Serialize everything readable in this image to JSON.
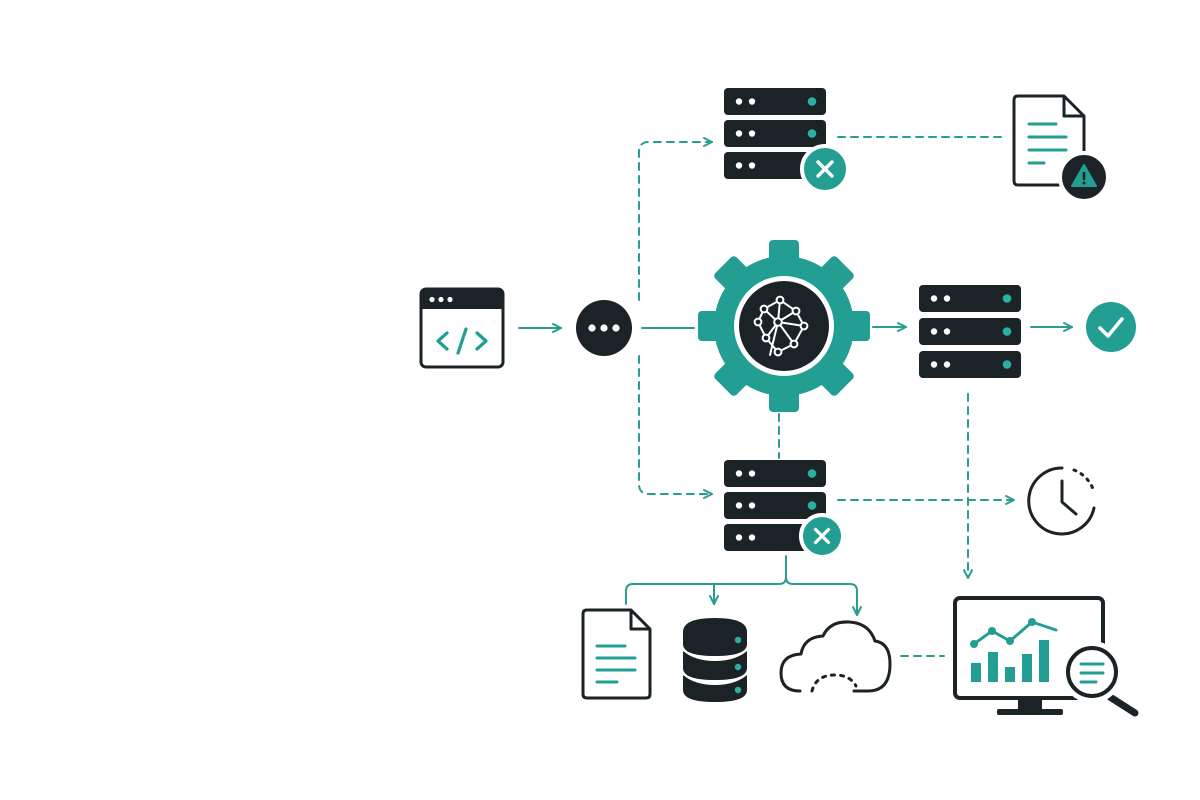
{
  "colors": {
    "dark": "#1c2326",
    "teal": "#229e93",
    "line": "#2a9d93",
    "background": "#ffffff"
  },
  "nodes": [
    {
      "id": "code-window",
      "icon": "code-window-icon"
    },
    {
      "id": "ellipsis",
      "icon": "more-horizontal-icon"
    },
    {
      "id": "ai-engine",
      "icon": "gear-neural-network-icon"
    },
    {
      "id": "server-top",
      "icon": "server-rack-icon",
      "status": "failed"
    },
    {
      "id": "server-middle",
      "icon": "server-rack-icon",
      "status": "healthy"
    },
    {
      "id": "server-bottom",
      "icon": "server-rack-icon",
      "status": "failed"
    },
    {
      "id": "error-document",
      "icon": "document-warning-icon"
    },
    {
      "id": "success",
      "icon": "check-circle-icon"
    },
    {
      "id": "pending",
      "icon": "clock-icon"
    },
    {
      "id": "document",
      "icon": "document-icon"
    },
    {
      "id": "database",
      "icon": "database-icon"
    },
    {
      "id": "cloud",
      "icon": "cloud-icon"
    },
    {
      "id": "analytics-monitor",
      "icon": "monitor-analytics-search-icon"
    }
  ],
  "edges": [
    {
      "from": "code-window",
      "to": "ellipsis",
      "style": "solid"
    },
    {
      "from": "ellipsis",
      "to": "ai-engine",
      "style": "solid"
    },
    {
      "from": "ellipsis",
      "to": "server-top",
      "style": "dashed"
    },
    {
      "from": "ellipsis",
      "to": "server-bottom",
      "style": "dashed"
    },
    {
      "from": "ai-engine",
      "to": "server-middle",
      "style": "solid"
    },
    {
      "from": "ai-engine",
      "to": "server-bottom",
      "style": "dashed"
    },
    {
      "from": "server-middle",
      "to": "success",
      "style": "solid"
    },
    {
      "from": "server-middle",
      "to": "analytics-monitor",
      "style": "dashed"
    },
    {
      "from": "server-top",
      "to": "error-document",
      "style": "dashed"
    },
    {
      "from": "server-bottom",
      "to": "pending",
      "style": "dashed"
    },
    {
      "from": "server-bottom",
      "to": "document",
      "style": "solid"
    },
    {
      "from": "server-bottom",
      "to": "database",
      "style": "solid"
    },
    {
      "from": "server-bottom",
      "to": "cloud",
      "style": "solid"
    },
    {
      "from": "cloud",
      "to": "analytics-monitor",
      "style": "dashed"
    }
  ]
}
